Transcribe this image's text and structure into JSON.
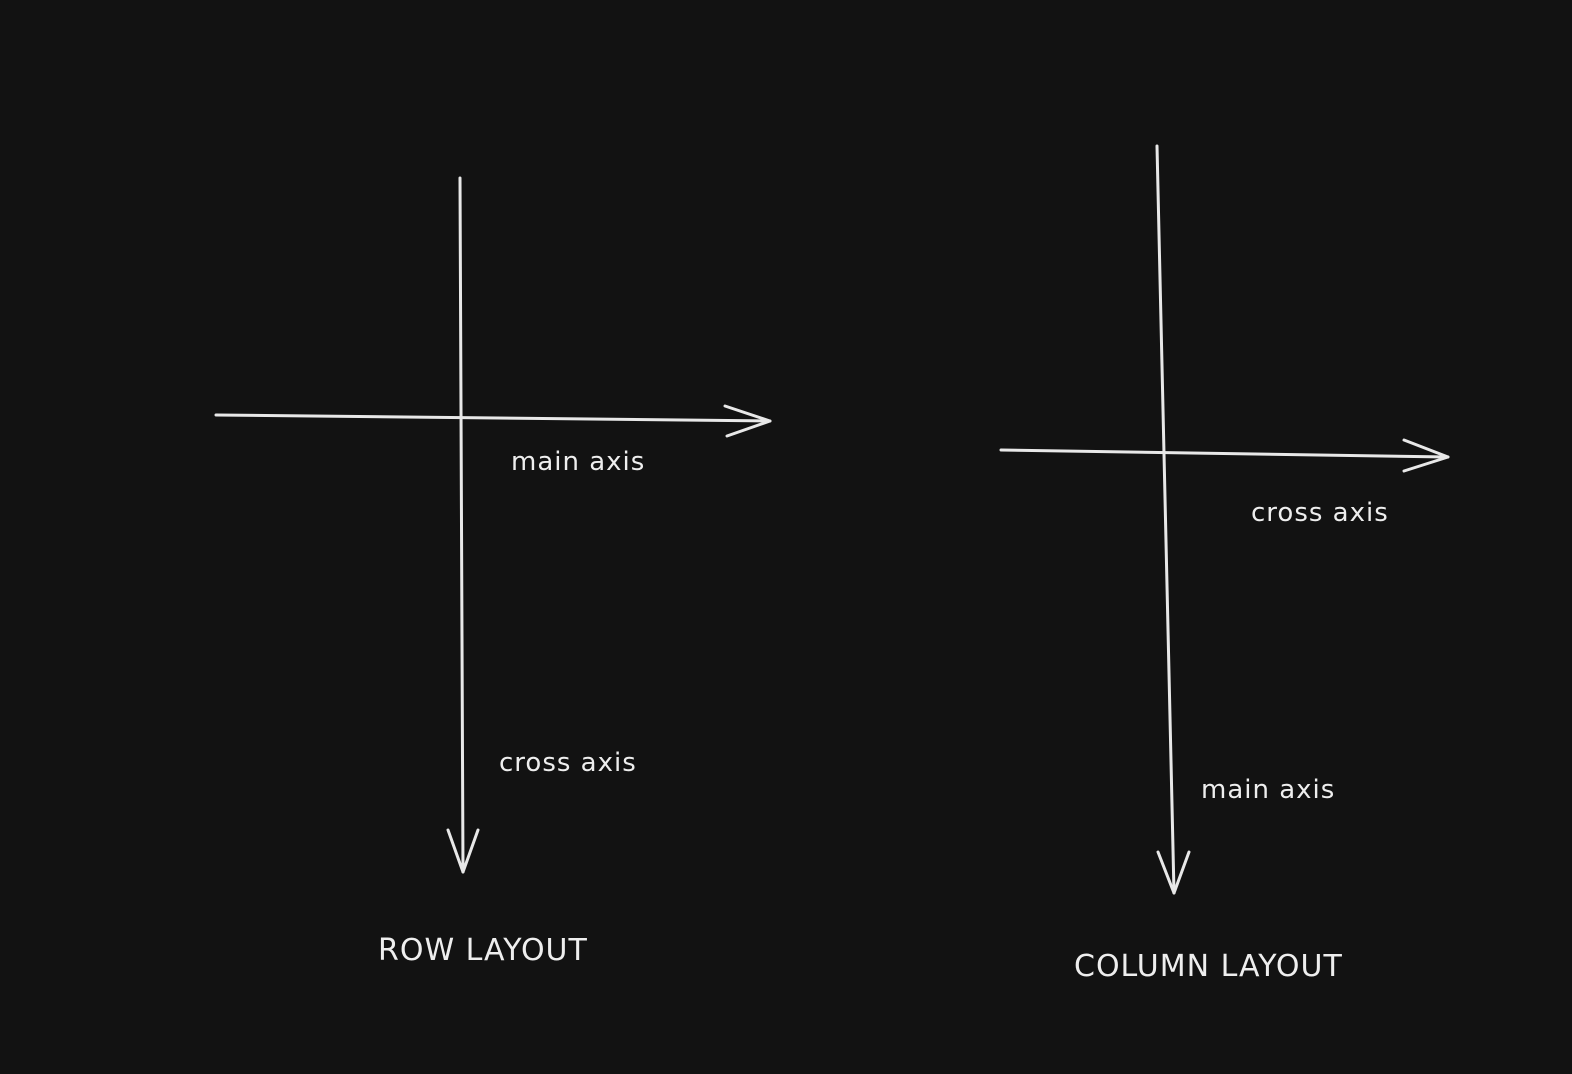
{
  "colors": {
    "background": "#121212",
    "stroke": "#e8e8e8",
    "text": "#eeeeee"
  },
  "row_layout": {
    "title": "ROW LAYOUT",
    "horizontal_label": "main axis",
    "vertical_label": "cross axis"
  },
  "column_layout": {
    "title": "COLUMN LAYOUT",
    "horizontal_label": "cross axis",
    "vertical_label": "main axis"
  }
}
